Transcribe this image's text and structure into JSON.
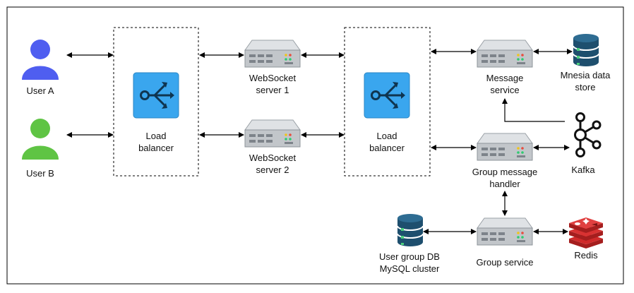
{
  "users": {
    "a": {
      "label": "User A",
      "color": "#4f5ef0"
    },
    "b": {
      "label": "User B",
      "color": "#5fc444"
    }
  },
  "load_balancers": [
    {
      "line1": "Load",
      "line2": "balancer"
    },
    {
      "line1": "Load",
      "line2": "balancer"
    }
  ],
  "websocket_servers": [
    {
      "line1": "WebSocket",
      "line2": "server 1"
    },
    {
      "line1": "WebSocket",
      "line2": "server 2"
    }
  ],
  "services": {
    "message": {
      "line1": "Message",
      "line2": "service"
    },
    "group_message": {
      "line1": "Group message",
      "line2": "handler"
    },
    "group": {
      "line1": "Group service"
    }
  },
  "stores": {
    "mnesia": {
      "line1": "Mnesia data",
      "line2": "store"
    },
    "kafka": {
      "line1": "Kafka"
    },
    "user_group_db": {
      "line1": "User group DB",
      "line2": "MySQL cluster"
    },
    "redis": {
      "line1": "Redis"
    }
  },
  "colors": {
    "load_balancer": "#3aa6ee",
    "server": "#b9bec3",
    "database": "#1e4f6e",
    "redis": "#d02a2a",
    "kafka": "#111111"
  },
  "icons": {
    "user": "person-icon",
    "load_balancer": "load-balancer-icon",
    "server": "server-icon",
    "database": "database-icon",
    "kafka": "kafka-icon",
    "redis": "redis-icon"
  }
}
